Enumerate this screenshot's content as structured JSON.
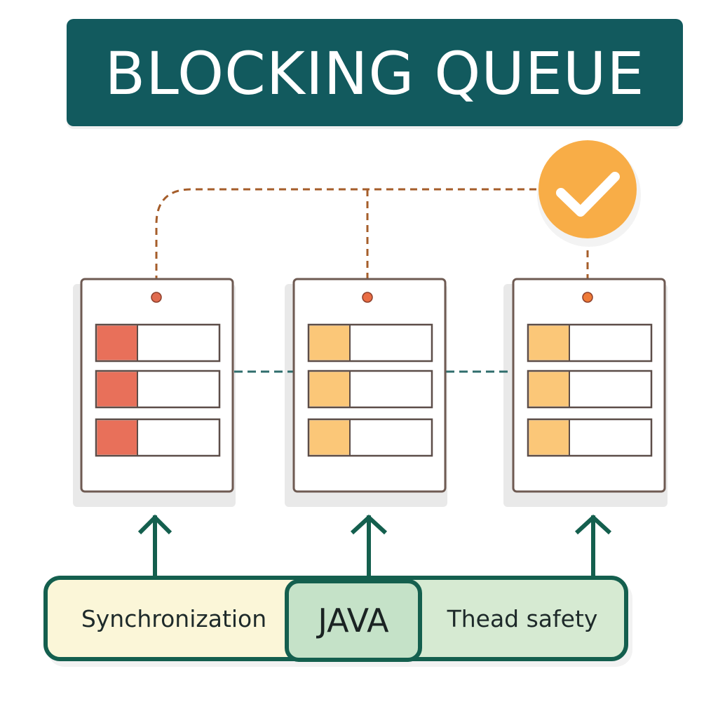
{
  "title": "BLOCKING QUEUE",
  "queues": [
    {
      "id": "queue-1",
      "slot_color": "#e8705a",
      "connector_dot_color": "#e06b4f"
    },
    {
      "id": "queue-2",
      "slot_color": "#fbc778",
      "connector_dot_color": "#ea6d44"
    },
    {
      "id": "queue-3",
      "slot_color": "#fbc778",
      "connector_dot_color": "#ef7a37"
    }
  ],
  "bottom_bar": {
    "left_label": "Synchronization",
    "center_label": "JAVA",
    "right_label": "Thead safety"
  },
  "check_badge": {
    "icon": "checkmark-icon",
    "color": "#f8ad47"
  },
  "colors": {
    "banner": "#125a5e",
    "dashed_link": "#a55d2a",
    "teal_link": "#2f6d6c",
    "arrows": "#145f4e",
    "bar_border": "#145f4e",
    "bar_left_fill": "#fbf6d8",
    "bar_right_fill": "#d6ead2",
    "java_fill": "#c5e2c8"
  }
}
